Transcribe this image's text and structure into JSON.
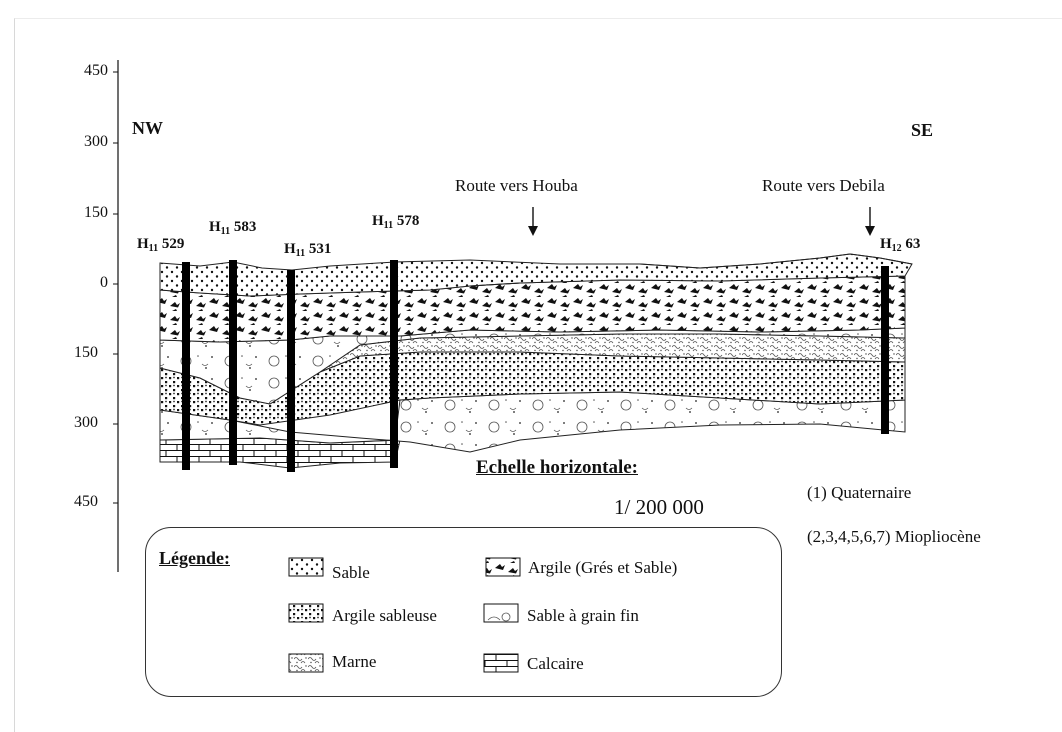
{
  "axis": {
    "ticks_top": [
      "450",
      "300",
      "150",
      "0"
    ],
    "ticks_bottom": [
      "150",
      "300",
      "450"
    ]
  },
  "directions": {
    "left": "NW",
    "right": "SE"
  },
  "roads": [
    {
      "label": "Route vers Houba"
    },
    {
      "label": "Route vers Debila"
    }
  ],
  "wells": [
    {
      "prefix": "H",
      "sub": "11",
      "num": "529"
    },
    {
      "prefix": "H",
      "sub": "11",
      "num": "583"
    },
    {
      "prefix": "H",
      "sub": "11",
      "num": "531"
    },
    {
      "prefix": "H",
      "sub": "11",
      "num": "578"
    },
    {
      "prefix": "H",
      "sub": "12",
      "num": "63"
    }
  ],
  "scale": {
    "title": "Echelle horizontale:",
    "value": "1/ 200 000"
  },
  "notes": [
    "(1) Quaternaire",
    "(2,3,4,5,6,7) Miopliocène"
  ],
  "legend": {
    "title": "Légende:",
    "items": [
      {
        "label": "Sable",
        "pattern": "sable"
      },
      {
        "label": "Argile (Grés et Sable)",
        "pattern": "argile"
      },
      {
        "label": "Argile sableuse",
        "pattern": "argsab"
      },
      {
        "label": "Sable à grain fin",
        "pattern": "fin"
      },
      {
        "label": "Marne",
        "pattern": "marne"
      },
      {
        "label": "Calcaire",
        "pattern": "calc"
      }
    ]
  },
  "colors": {
    "ink": "#111111",
    "frame": "#d8d8d8"
  }
}
